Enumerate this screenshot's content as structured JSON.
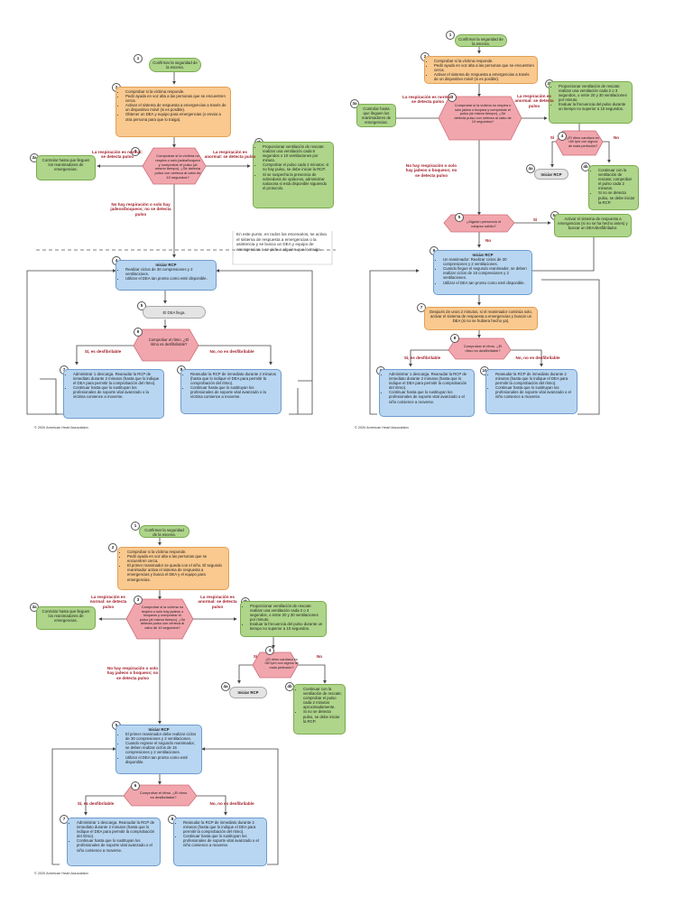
{
  "colors": {
    "green": "#aed58a",
    "orange": "#f9c98f",
    "blue": "#b8d6f1",
    "gray": "#e4e4e4",
    "pink": "#f1a6ad",
    "red_label": "#a3202b"
  },
  "copyright": "© 2020 American Heart Association",
  "adult": {
    "n1": "1",
    "n2": "2",
    "n3": "3",
    "n3a": "3a",
    "n3b": "3b",
    "n4": "4",
    "n5": "5",
    "n6": "6",
    "n7": "7",
    "n8": "8",
    "box1": "Confirmar la seguridad de la escena.",
    "box2": [
      "Comprobar si la víctima responde.",
      "Pedir ayuda en voz alta a las personas que se encuentren cerca.",
      "Activar el sistema de respuesta a emergencias a través de un dispositivo móvil (si es posible).",
      "Obtener un DEA y equipo para emergencias (o enviar a otra persona para que lo traiga)."
    ],
    "box3a": "Controlar hasta que lleguen los reanimadores de emergencias.",
    "box3": "Comprobar si la víctima no respira o solo jadea/boquea y comprobar el pulso (al mismo tiempo). ¿Se detecta pulso con certeza al cabo de 10 segundos?",
    "box3b": [
      "Proporcionar ventilación de rescate: realizar una ventilación cada 6 segundos o 10 ventilaciones por minuto.",
      "Comprobar el pulso cada 2 minutos; si no hay pulso, se debe iniciar la RCP.",
      "Si se sospecha la presencia de sobredosis de opiáceos, administrar naloxona si está disponible siguiendo el protocolo."
    ],
    "lbl_normal": "La respiración es normal: se detecta pulso",
    "lbl_anormal": "La respiración es anormal: se detecta pulso",
    "lbl_none": "No hay respiración o solo hay jadeos/boqueos; no se detecta pulso",
    "note": "En este punto, en todos los escenarios, se activa el sistema de respuesta a emergencias o la asistencia y se busca un DEA y equipo de emergencias o se pide a alguien que lo traiga.",
    "box4_title": "Iniciar RCP",
    "box4": [
      "Realizar ciclos de 30 compresiones y 2 ventilaciones.",
      "Utilizar el DEA tan pronto como esté disponible."
    ],
    "box5": "El DEA llega.",
    "box6": "Comprobar el ritmo. ¿El ritmo es desfibrilable?",
    "lbl_si": "Sí, es desfibrilable",
    "lbl_no": "No, no es desfibrilable",
    "box7": [
      "Administrar 1 descarga. Reanudar la RCP de inmediato durante 2 minutos (hasta que lo indique el DEA para permitir la comprobación del ritmo).",
      "Continuar hasta que lo sustituyan los profesionales de soporte vital avanzado o la víctima comience a moverse."
    ],
    "box8": [
      "Reanudar la RCP de inmediato durante 2 minutos (hasta que lo indique el DEA para permitir la comprobación del ritmo).",
      "Continuar hasta que lo sustituyan los profesionales de soporte vital avanzado o la víctima comience a moverse."
    ]
  },
  "child": {
    "n1": "1",
    "n2": "2",
    "n3": "3",
    "n3a": "3a",
    "n3b": "3b",
    "n4": "4",
    "n4a": "4a",
    "n4b": "4b",
    "n5": "5",
    "n5a": "5a",
    "n6": "6",
    "n7": "7",
    "n8": "8",
    "n9": "9",
    "n10": "10",
    "box1": "Confirmar la seguridad de la escena.",
    "box2": [
      "Comprobar si la víctima responde.",
      "Pedir ayuda en voz alta a las personas que se encuentren cerca.",
      "Activar el sistema de respuesta a emergencias a través de un dispositivo móvil (si es posible)."
    ],
    "box3a": "Controlar hasta que lleguen los reanimadores de emergencias.",
    "box3": "Comprobar si la víctima no respira o solo jadea o boquea y comprobar el pulso (al mismo tiempo). ¿Se detecta pulso con certeza al cabo de 10 segundos?",
    "box3b": [
      "Proporcionar ventilación de rescate: realizar una ventilación cada 2 o 3 segundos, o entre 20 y 30 ventilaciones por minuto.",
      "Evaluar la frecuencia del pulso durante un tiempo no superior a 10 segundos."
    ],
    "lbl_normal": "La respiración es normal: se detecta pulso",
    "lbl_anormal": "La respiración es anormal: se detecta pulso",
    "lbl_none": "No hay respiración o solo hay jadeos o boqueos; no se detecta pulso",
    "box4": "¿El ritmo cardíaco es <60 lpm con signos de mala perfusión?",
    "lbl_si": "Sí",
    "lbl_no": "No",
    "box4a": "Iniciar RCP",
    "box4b": [
      "Continuar con la ventilación de rescate; comprobar el pulso cada 2 minutos.",
      "Si no se detecta pulso, se debe iniciar la RCP."
    ],
    "box5": "¿Alguien presenció el colapso súbito?",
    "box5a": "Activar el sistema de respuesta a emergencias (si no se ha hecho antes) y buscar un DEA/desfibrilador.",
    "box6_title": "Iniciar RCP",
    "box6": [
      "Un reanimador: Realizar ciclos de 30 compresiones y 2 ventilaciones.",
      "Cuando llegue el segundo reanimador, se deben realizar ciclos de 15 compresiones y 2 ventilaciones.",
      "Utilizar el DEA tan pronto como esté disponible."
    ],
    "box7": "Después de unos 2 minutos, si el reanimador continúa solo, activar el sistema de respuesta a emergencias y buscar un DEA (si no se hubiera hecho ya).",
    "box8": "Comprobar el ritmo. ¿El ritmo es desfibrilable?",
    "lbl_si8": "Sí, es desfibrilable",
    "lbl_no8": "No, no es desfibrilable",
    "box9": [
      "Administrar 1 descarga. Reanudar la RCP de inmediato durante 2 minutos (hasta que lo indique el DEA para permitir la comprobación del ritmo).",
      "Continuar hasta que lo sustituyan los profesionales de soporte vital avanzado o el niño comience a moverse."
    ],
    "box10": [
      "Reanudar la RCP de inmediato durante 2 minutos (hasta que lo indique el DEA para permitir la comprobación del ritmo).",
      "Continuar hasta que lo sustituyan los profesionales de soporte vital avanzado o el niño comience a moverse."
    ]
  },
  "infant": {
    "n1": "1",
    "n2": "2",
    "n3": "3",
    "n3a": "3a",
    "n3b": "3b",
    "n4": "4",
    "n4a": "4a",
    "n4b": "4b",
    "n5": "5",
    "n6": "6",
    "n7": "7",
    "n8": "8",
    "box1": "Confirmar la seguridad de la escena.",
    "box2": [
      "Comprobar si la víctima responde.",
      "Pedir ayuda en voz alta a las personas que se encuentren cerca.",
      "El primer reanimador se queda con el niño. El segundo reanimador activa el sistema de respuesta a emergencias y busca el DEA y el equipo para emergencias."
    ],
    "box3a": "Controlar hasta que lleguen los reanimadores de emergencias.",
    "box3": "Comprobar si la víctima no respira o solo hay jadeos o boqueos y comprobar el pulso (al mismo tiempo). ¿Se detecta pulso con certeza al cabo de 10 segundos?",
    "box3b": [
      "Proporcionar ventilación de rescate: realizar una ventilación cada 2 o 3 segundos, o entre 20 y 30 ventilaciones por minuto.",
      "Evaluar la frecuencia del pulso durante un tiempo no superior a 10 segundos."
    ],
    "lbl_normal": "La respiración es normal: se detecta pulso",
    "lbl_anormal": "La respiración es anormal: se detecta pulso",
    "lbl_none": "No hay respiración o solo hay jadeos o boqueos; no se detecta pulso",
    "box4": "¿El ritmo cardíaco es <60 lpm con signos de mala perfusión?",
    "lbl_si": "Sí",
    "lbl_no": "No",
    "box4a": "Iniciar RCP",
    "box4b": [
      "Continuar con la ventilación de rescate; comprobar el pulso cada 2 minutos aproximadamente.",
      "Si no se detecta pulso, se debe iniciar la RCP."
    ],
    "box5_title": "Iniciar RCP",
    "box5": [
      "El primer reanimador debe realizar ciclos de 30 compresiones y 2 ventilaciones.",
      "Cuando regrese el segundo reanimador, se deben realizar ciclos de 15 compresiones y 2 ventilaciones.",
      "Utilizar el DEA tan pronto como esté disponible."
    ],
    "box6": "Comprobar el ritmo. ¿El ritmo es desfibrilable?",
    "lbl_si6": "Sí, es desfibrilable",
    "lbl_no6": "No, no es desfibrilable",
    "box7": [
      "Administrar 1 descarga. Reanudar la RCP de inmediato durante 2 minutos (hasta que lo indique el DEA para permitir la comprobación del ritmo).",
      "Continuar hasta que lo sustituyan los profesionales de soporte vital avanzado o el niño comience a moverse."
    ],
    "box8": [
      "Reanudar la RCP de inmediato durante 2 minutos (hasta que lo indique el DEA para permitir la comprobación del ritmo).",
      "Continuar hasta que lo sustituyan los profesionales de soporte vital avanzado o el niño comience a moverse."
    ]
  }
}
